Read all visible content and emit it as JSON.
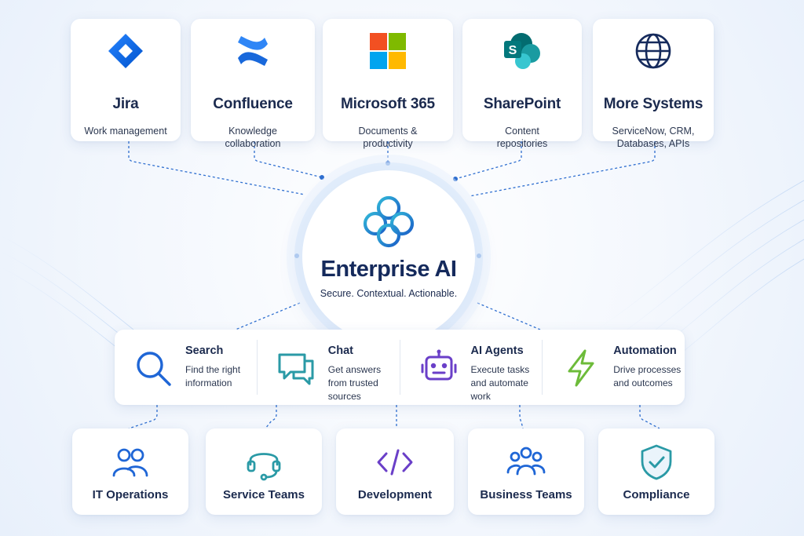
{
  "sources": [
    {
      "title": "Jira",
      "desc": "Work management",
      "icon": "jira-icon"
    },
    {
      "title": "Confluence",
      "desc": "Knowledge collaboration",
      "icon": "confluence-icon"
    },
    {
      "title": "Microsoft 365",
      "desc": "Documents & productivity",
      "icon": "microsoft-365-icon"
    },
    {
      "title": "SharePoint",
      "desc": "Content repositories",
      "icon": "sharepoint-icon"
    },
    {
      "title": "More Systems",
      "desc": "ServiceNow, CRM, Databases, APIs",
      "icon": "globe-icon"
    }
  ],
  "hub": {
    "title": "Enterprise AI",
    "tagline": "Secure. Contextual. Actionable.",
    "icon": "enterprise-ai-logo-icon"
  },
  "capabilities": [
    {
      "title": "Search",
      "desc": "Find the right information",
      "icon": "search-icon",
      "color": "#1f66d6"
    },
    {
      "title": "Chat",
      "desc": "Get answers from trusted sources",
      "icon": "chat-bubbles-icon",
      "color": "#2a9aa6"
    },
    {
      "title": "AI Agents",
      "desc": "Execute tasks and automate work",
      "icon": "robot-icon",
      "color": "#6a3fc8"
    },
    {
      "title": "Automation",
      "desc": "Drive processes and outcomes",
      "icon": "lightning-icon",
      "color": "#6dbb3a"
    }
  ],
  "teams": [
    {
      "title": "IT Operations",
      "icon": "people-icon"
    },
    {
      "title": "Service Teams",
      "icon": "headset-icon"
    },
    {
      "title": "Development",
      "icon": "code-icon"
    },
    {
      "title": "Business Teams",
      "icon": "group-icon"
    },
    {
      "title": "Compliance",
      "icon": "shield-check-icon"
    }
  ],
  "colors": {
    "accent": "#1f66d6",
    "navy": "#152a5c",
    "connector": "#2f6fd0"
  }
}
